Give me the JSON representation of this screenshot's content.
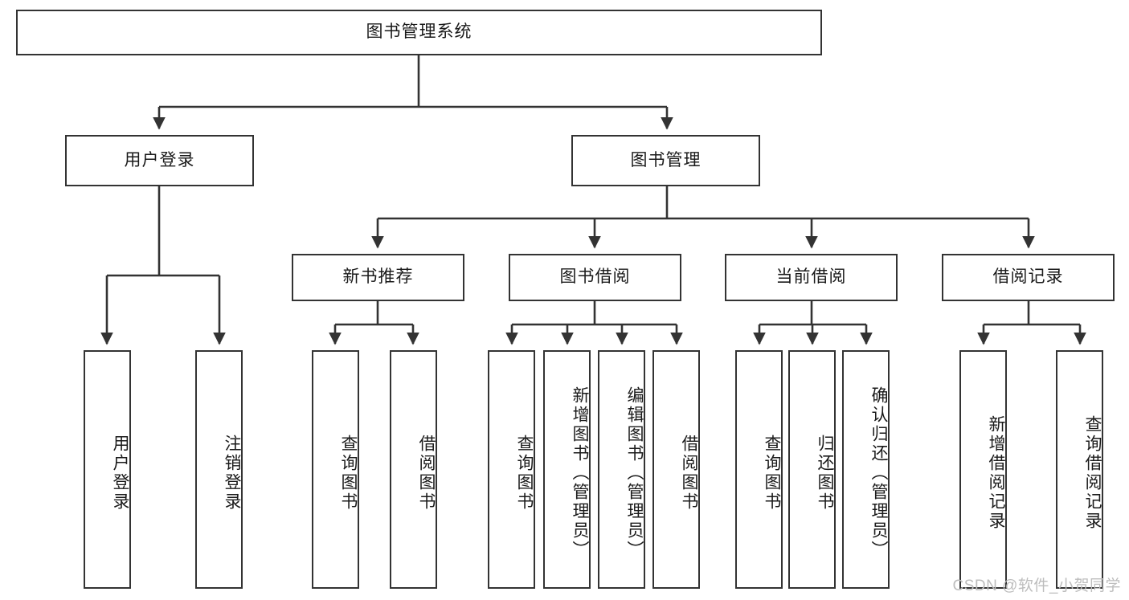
{
  "diagram": {
    "type": "hierarchy-tree",
    "title": "图书管理系统",
    "accent_color": "#333333",
    "background_color": "#ffffff",
    "watermark": "CSDN @软件_小贺同学",
    "nodes": {
      "root": {
        "label": "图书管理系统"
      },
      "level2": [
        {
          "label": "用户登录"
        },
        {
          "label": "图书管理"
        }
      ],
      "level3": [
        {
          "label": "新书推荐"
        },
        {
          "label": "图书借阅"
        },
        {
          "label": "当前借阅"
        },
        {
          "label": "借阅记录"
        }
      ],
      "leaves": {
        "user_login": [
          {
            "label": "用户登录"
          },
          {
            "label": "注销登录"
          }
        ],
        "new_book_recommend": [
          {
            "label": "查询图书"
          },
          {
            "label": "借阅图书"
          }
        ],
        "book_borrow": [
          {
            "label": "查询图书"
          },
          {
            "label": "新增图书（管理员）"
          },
          {
            "label": "编辑图书（管理员）"
          },
          {
            "label": "借阅图书"
          }
        ],
        "current_borrow": [
          {
            "label": "查询图书"
          },
          {
            "label": "归还图书"
          },
          {
            "label": "确认归还（管理员）"
          }
        ],
        "borrow_record": [
          {
            "label": "新增借阅记录"
          },
          {
            "label": "查询借阅记录"
          }
        ]
      }
    }
  }
}
